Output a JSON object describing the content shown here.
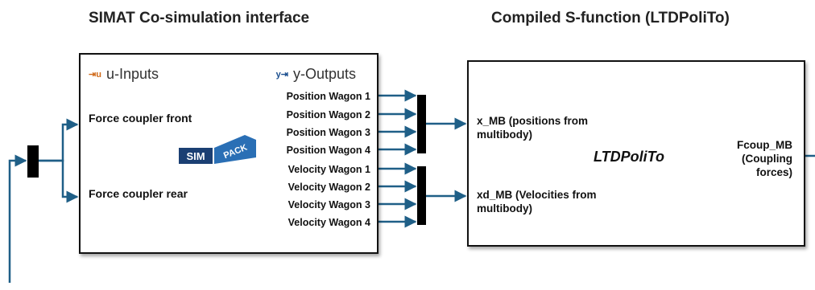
{
  "titles": {
    "left": "SIMAT Co-simulation interface",
    "right": "Compiled S-function (LTDPoliTo)"
  },
  "simat_block": {
    "inputs_header": "u-Inputs",
    "inputs_glyph": "⇥u",
    "outputs_header": "y-Outputs",
    "outputs_glyph": "y⇥",
    "inputs": [
      "Force coupler front",
      "Force coupler rear"
    ],
    "outputs": [
      "Position Wagon 1",
      "Position Wagon 2",
      "Position Wagon 3",
      "Position Wagon 4",
      "Velocity Wagon 1",
      "Velocity Wagon 2",
      "Velocity Wagon 3",
      "Velocity Wagon 4"
    ],
    "logo": {
      "word1": "SIM",
      "word2": "PACK"
    }
  },
  "sfunction_block": {
    "name": "LTDPoliTo",
    "input_1": "x_MB (positions from multibody)",
    "input_2": "xd_MB (Velocities from multibody)",
    "output_1": "Fcoup_MB (Coupling forces)"
  },
  "colors": {
    "wire": "#1f5f87",
    "logo_dark": "#1b3f73",
    "logo_light": "#2a6fb5"
  }
}
